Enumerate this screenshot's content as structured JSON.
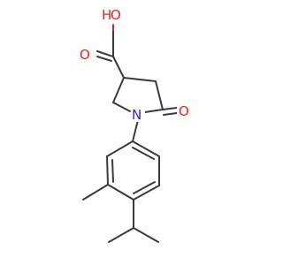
{
  "molecule": {
    "atoms": {
      "hydroxyl_h": "H",
      "hydroxyl_o": "O",
      "carbonyl_o_acid": "O",
      "carbonyl_o_lactam": "O",
      "ring_n": "N"
    },
    "colors": {
      "oxygen": "#e8231f",
      "nitrogen": "#2a2ad6",
      "carbon_bond": "#3a3a3a"
    }
  }
}
